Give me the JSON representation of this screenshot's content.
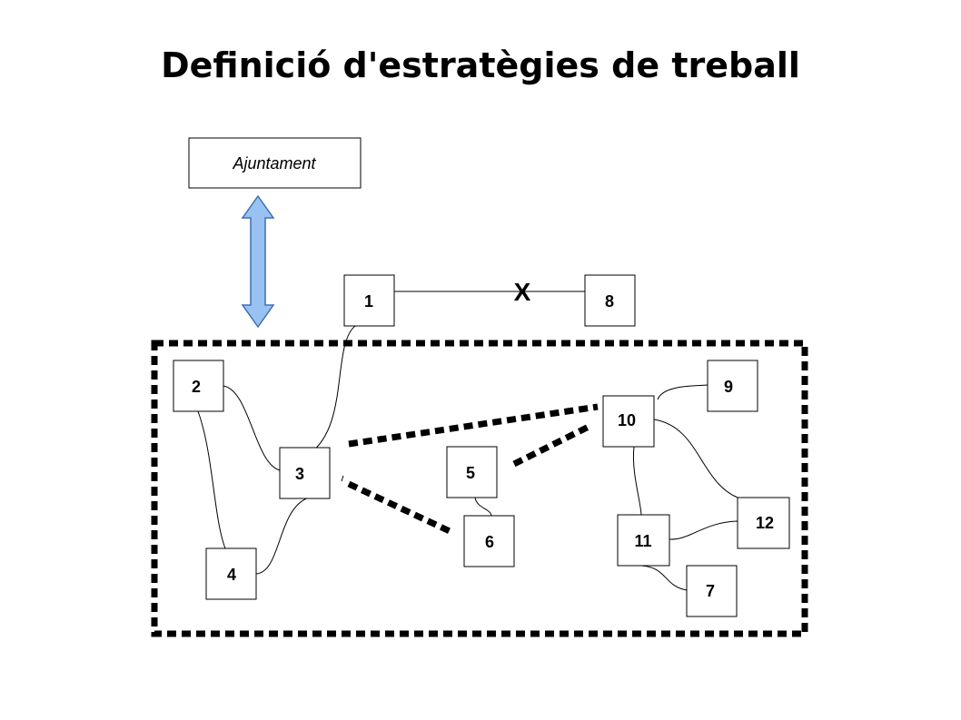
{
  "title": "Definició d'estratègies de treball",
  "ajuntament": {
    "label": "Ajuntament"
  },
  "conflict_mark": "X",
  "nodes": {
    "n1": "1",
    "n2": "2",
    "n3": "3",
    "n4": "4",
    "n5": "5",
    "n6": "6",
    "n7": "7",
    "n8": "8",
    "n9": "9",
    "n10": "10",
    "n11": "11",
    "n12": "12"
  },
  "colors": {
    "arrow_fill": "#99c2f2",
    "arrow_stroke": "#3c6fb4"
  }
}
